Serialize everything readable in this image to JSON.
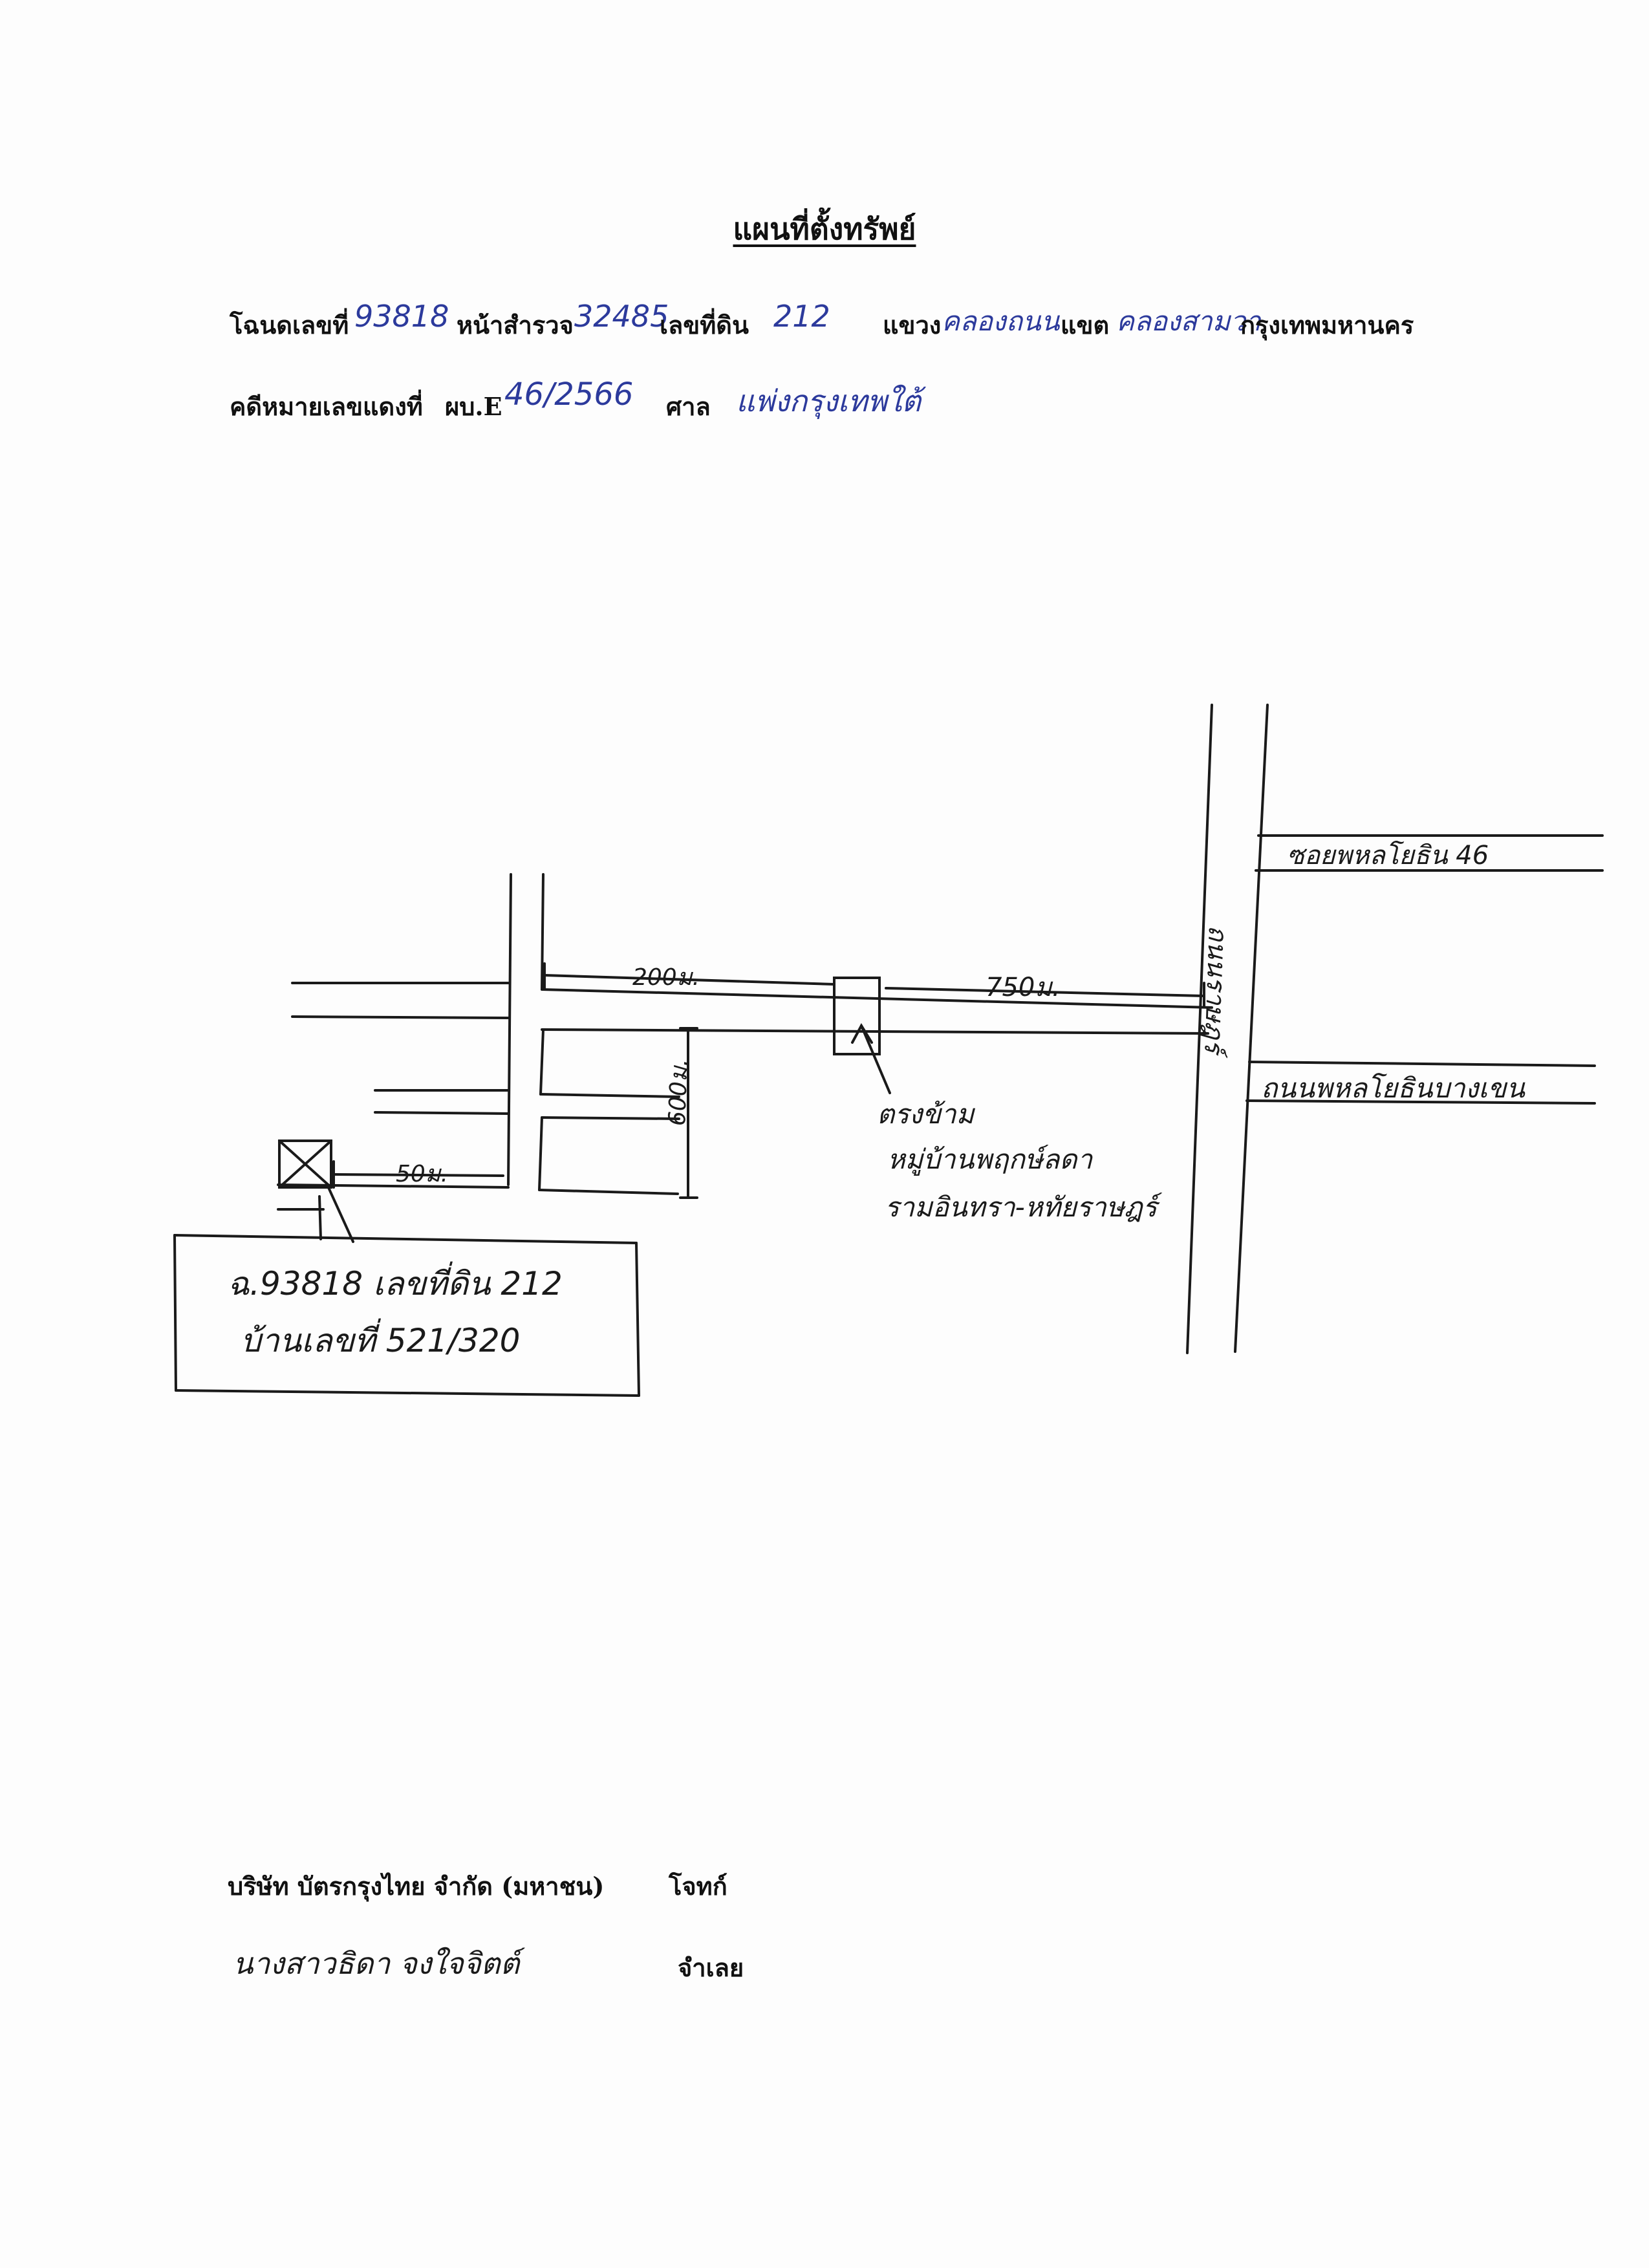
{
  "title": "แผนที่ตั้งทรัพย์",
  "deed_line": {
    "deed_label": "โฉนดเลขที่",
    "deed_value": "93818",
    "survey_label": "หน้าสำรวจ",
    "survey_value": "32485",
    "land_label": "เลขที่ดิน",
    "land_value": "212",
    "subdistrict_label": "แขวง",
    "subdistrict_value": "คลองถนน",
    "district_label": "แขต",
    "district_value": "คลองสามวา",
    "province": "กรุงเทพมหานคร"
  },
  "case_line": {
    "case_label": "คดีหมายเลขแดงที่",
    "case_prefix": "ผบ.E",
    "case_value": "46/2566",
    "court_label": "ศาล",
    "court_value": "แพ่งกรุงเทพใต้"
  },
  "map": {
    "road_main": "ถนนราษฎร์",
    "soi_top": "ซอยพหลโยธิน 46",
    "road_right": "ถนนพหลโยธินบางเขน",
    "dist_200": "200ม.",
    "dist_750": "750ม.",
    "dist_600": "600ม.",
    "dist_50": "50ม.",
    "landmark_line1": "ตรงข้าม",
    "landmark_line2": "หมู่บ้านพฤกษ์ลดา",
    "landmark_line3": "รามอินทรา-หทัยราษฎร์",
    "property_line1": "ฉ.93818 เลขที่ดิน 212",
    "property_line2": "บ้านเลขที่ 521/320"
  },
  "footer": {
    "plaintiff_name": "บริษัท บัตรกรุงไทย จำกัด (มหาชน)",
    "plaintiff_label": "โจทก์",
    "defendant_name": "นางสาวธิดา จงใจจิตต์",
    "defendant_label": "จำเลย"
  },
  "colors": {
    "ink_blue": "#2c3a9c",
    "ink_black": "#1a1a1a"
  }
}
